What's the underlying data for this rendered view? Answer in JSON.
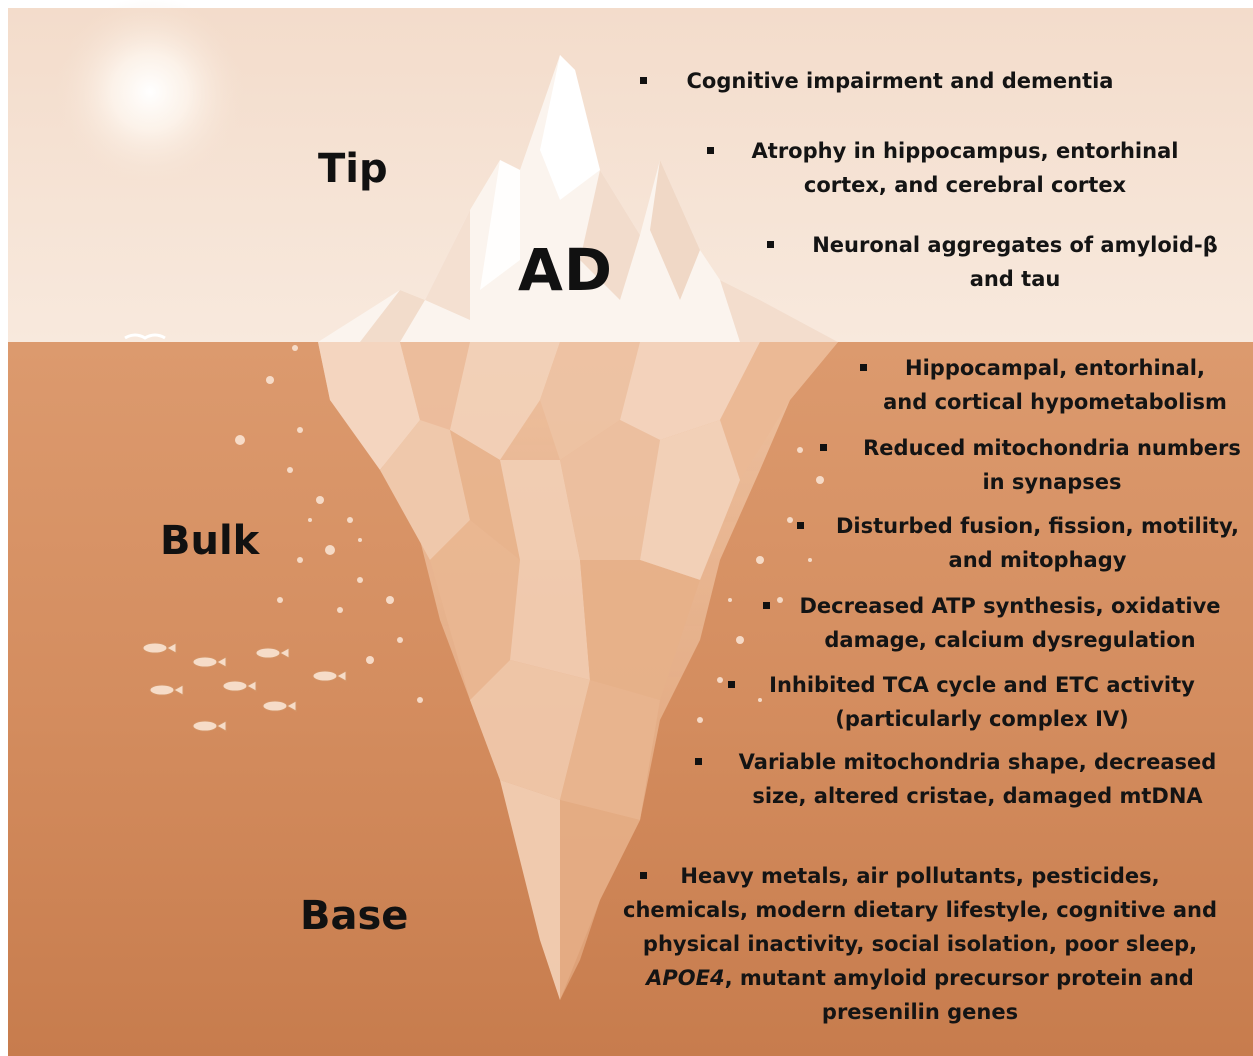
{
  "tiers": {
    "tip": "Tip",
    "bulk": "Bulk",
    "base": "Base"
  },
  "center_label": "AD",
  "tip_items": [
    [
      "Cognitive impairment and dementia"
    ],
    [
      "Atrophy in hippocampus, entorhinal",
      "cortex, and cerebral cortex"
    ],
    [
      "Neuronal aggregates of amyloid-β",
      "and tau"
    ]
  ],
  "bulk_items": [
    [
      "Hippocampal, entorhinal,",
      "and cortical hypometabolism"
    ],
    [
      "Reduced mitochondria numbers",
      "in synapses"
    ],
    [
      "Disturbed fusion, fission, motility,",
      "and mitophagy"
    ],
    [
      "Decreased ATP synthesis, oxidative",
      "damage, calcium dysregulation"
    ],
    [
      "Inhibited TCA cycle and ETC activity",
      "(particularly complex IV)"
    ],
    [
      "Variable mitochondria shape, decreased",
      "size, altered cristae, damaged mtDNA"
    ]
  ],
  "base_item": {
    "line1": "Heavy metals, air pollutants, pesticides,",
    "line2": "chemicals, modern dietary lifestyle, cognitive and",
    "line3": "physical inactivity, social isolation, poor sleep,",
    "line4_italic": "APOE4",
    "line4_rest": ", mutant amyloid precursor protein and",
    "line5": "presenilin genes"
  },
  "colors": {
    "sky": "#f6e3d4",
    "water_top": "#d99468",
    "water_bottom": "#c67a4c",
    "ice": "#fbf3ec"
  }
}
